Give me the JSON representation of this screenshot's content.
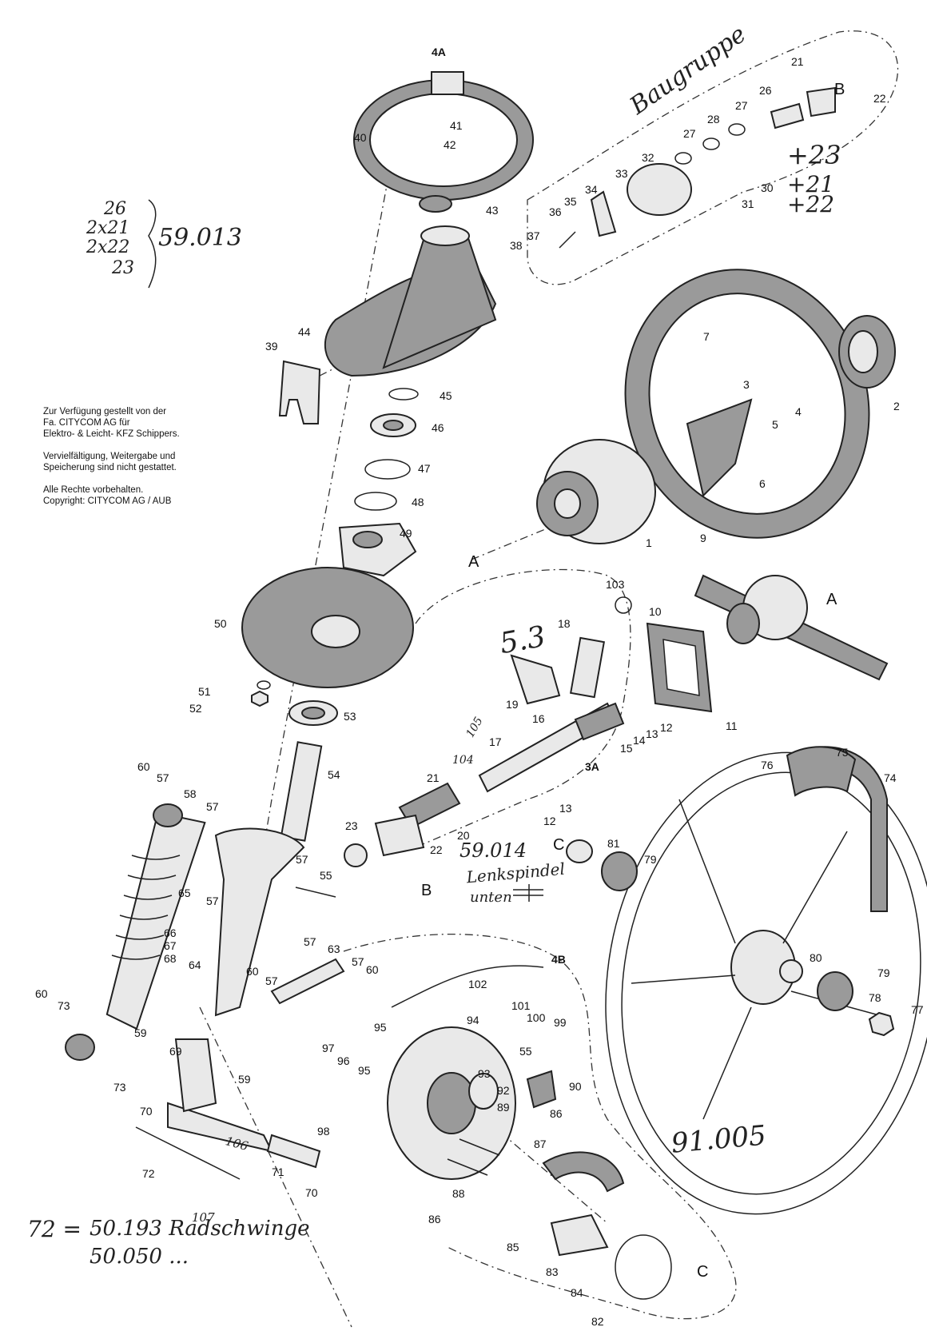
{
  "notice": {
    "line1": "Zur Verfügung gestellt von der",
    "line2": "Fa. CITYCOM AG für",
    "line3": "Elektro- & Leicht- KFZ Schippers.",
    "line4": "Vervielfältigung, Weitergabe und",
    "line5": "Speicherung sind nicht gestattet.",
    "line6": "Alle Rechte vorbehalten.",
    "line7": "Copyright: CITYCOM AG / AUB"
  },
  "handwriting": {
    "baugruppe": "Baugruppe",
    "plus23": "+23",
    "plus21": "+21",
    "plus22": "+22",
    "group_a_1": "26",
    "group_a_2": "2x21",
    "group_a_3": "2x22",
    "group_a_4": "23",
    "group_a_code": "59.013",
    "ref_53": "5.3",
    "code_59014": "59.014",
    "lenkspindel": "Lenkspindel",
    "unten": "unten",
    "code_91005": "91.005",
    "label_72": "72 =",
    "code_50193": "50.193 Radschwinge",
    "code_50050": "50.050 ..."
  },
  "letters": {
    "a1": "A",
    "a2": "A",
    "b1": "B",
    "b2": "B",
    "c1": "C",
    "c2": "C",
    "s4a": "4A",
    "s4b": "4B",
    "s3a": "3A"
  },
  "parts": {
    "p1": "1",
    "p2": "2",
    "p3": "3",
    "p4": "4",
    "p5": "5",
    "p6": "6",
    "p7": "7",
    "p9": "9",
    "p10": "10",
    "p11": "11",
    "p12": "12",
    "p13": "13",
    "p12b": "12",
    "p13b": "13",
    "p14": "14",
    "p15": "15",
    "p16": "16",
    "p17": "17",
    "p18": "18",
    "p19": "19",
    "p20": "20",
    "p21": "21",
    "p21b": "21",
    "p22": "22",
    "p22b": "22",
    "p23": "23",
    "p26": "26",
    "p27": "27",
    "p27b": "27",
    "p28": "28",
    "p30": "30",
    "p31": "31",
    "p32": "32",
    "p33": "33",
    "p34": "34",
    "p35": "35",
    "p36": "36",
    "p37": "37",
    "p38": "38",
    "p39": "39",
    "p40": "40",
    "p41": "41",
    "p42": "42",
    "p43": "43",
    "p44": "44",
    "p45": "45",
    "p46": "46",
    "p47": "47",
    "p48": "48",
    "p49": "49",
    "p50": "50",
    "p51": "51",
    "p52": "52",
    "p53": "53",
    "p54": "54",
    "p55": "55",
    "p55b": "55",
    "p57a": "57",
    "p57b": "57",
    "p57c": "57",
    "p57d": "57",
    "p57e": "57",
    "p57f": "57",
    "p57g": "57",
    "p58": "58",
    "p59": "59",
    "p59b": "59",
    "p60a": "60",
    "p60b": "60",
    "p60c": "60",
    "p60d": "60",
    "p63": "63",
    "p64": "64",
    "p65": "65",
    "p66": "66",
    "p67": "67",
    "p68": "68",
    "p69": "69",
    "p70": "70",
    "p70b": "70",
    "p71": "71",
    "p72": "72",
    "p73": "73",
    "p73b": "73",
    "p74": "74",
    "p75": "75",
    "p76": "76",
    "p77": "77",
    "p78": "78",
    "p79": "79",
    "p79b": "79",
    "p80": "80",
    "p81": "81",
    "p82": "82",
    "p83": "83",
    "p84": "84",
    "p85": "85",
    "p86": "86",
    "p86b": "86",
    "p87": "87",
    "p88": "88",
    "p89": "89",
    "p90": "90",
    "p92": "92",
    "p93": "93",
    "p94": "94",
    "p95": "95",
    "p95b": "95",
    "p96": "96",
    "p97": "97",
    "p98": "98",
    "p99": "99",
    "p100": "100",
    "p101": "101",
    "p102": "102",
    "p103": "103",
    "p104": "104",
    "p105": "105",
    "p106": "106",
    "p107": "107"
  }
}
